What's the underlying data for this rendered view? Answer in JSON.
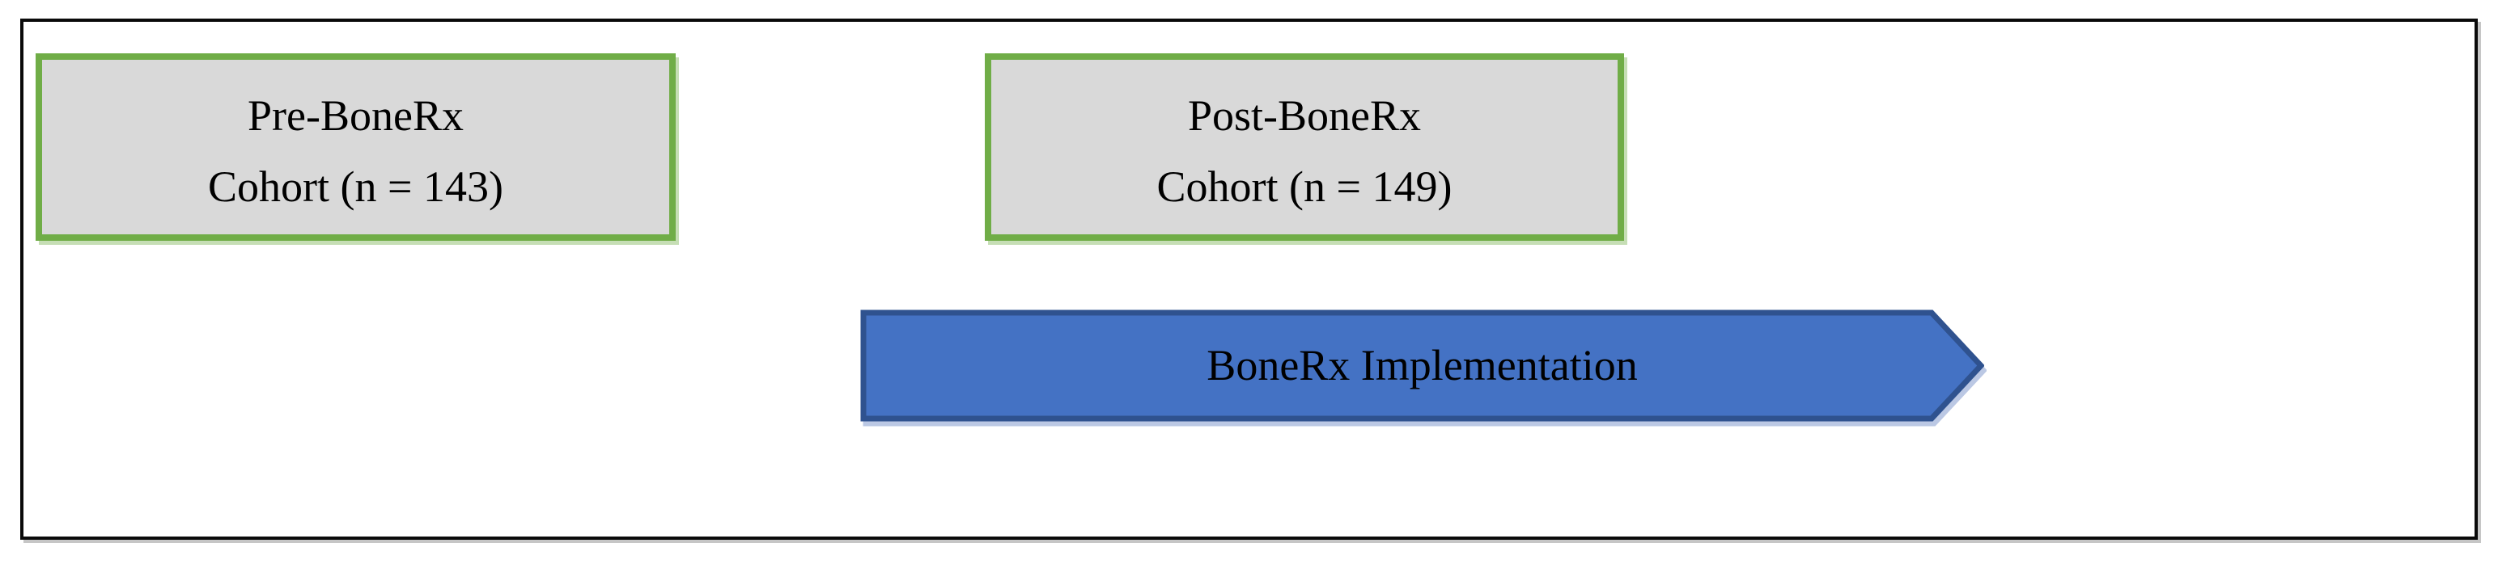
{
  "boxes": [
    {
      "title": "Pre-BoneRx",
      "subtitle": "Cohort (n = 143)"
    },
    {
      "title": "Post-BoneRx",
      "subtitle": "Cohort (n = 149)"
    }
  ],
  "arrow": {
    "label": "BoneRx Implementation"
  },
  "colors": {
    "box_fill": "#d9d9d9",
    "box_border": "#70ad47",
    "arrow_fill": "#4472c4",
    "arrow_border": "#2f528f",
    "frame_border": "#0a0a0a",
    "text_color": "#000000",
    "background": "#ffffff"
  }
}
